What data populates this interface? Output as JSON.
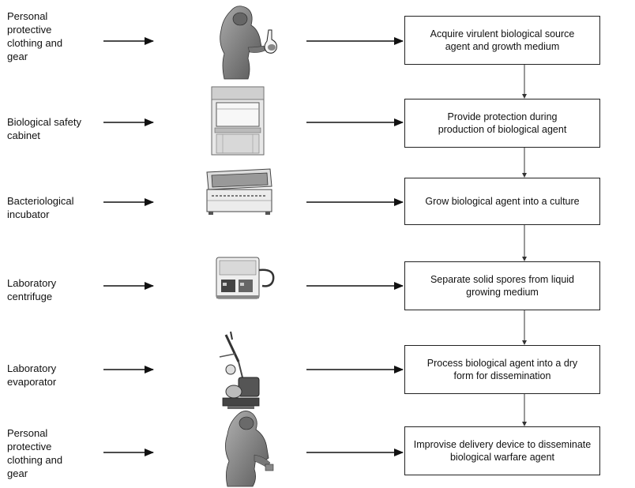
{
  "rows": [
    {
      "equipment": "Personal\nprotective\nclothing and\ngear",
      "step": "Acquire virulent biological source\nagent and growth medium",
      "icon": "protective-suit-icon"
    },
    {
      "equipment": "Biological safety\ncabinet",
      "step": "Provide protection during\nproduction of biological agent",
      "icon": "safety-cabinet-icon"
    },
    {
      "equipment": "Bacteriological\nincubator",
      "step": "Grow biological agent into a culture",
      "icon": "incubator-icon"
    },
    {
      "equipment": "Laboratory\ncentrifuge",
      "step": "Separate solid spores from liquid\ngrowing medium",
      "icon": "centrifuge-icon"
    },
    {
      "equipment": "Laboratory\nevaporator",
      "step": "Process biological agent into a dry\nform for dissemination",
      "icon": "evaporator-icon"
    },
    {
      "equipment": "Personal\nprotective\nclothing and\ngear",
      "step": "Improvise delivery device to disseminate\nbiological warfare agent",
      "icon": "protective-suit-icon"
    }
  ]
}
